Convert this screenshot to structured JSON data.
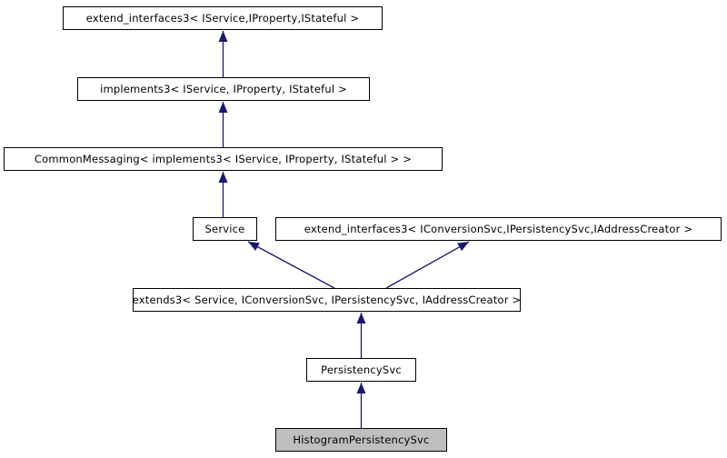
{
  "diagram": {
    "type": "class-inheritance-graph",
    "colors": {
      "edge": "#191970",
      "node_border": "#000000",
      "node_fill": "#ffffff",
      "highlight_fill": "#bfbfbf",
      "text": "#000000",
      "background": "#ffffff"
    },
    "nodes": [
      {
        "label": "extend_interfaces3< IService,IProperty,IStateful >",
        "highlighted": false
      },
      {
        "label": "implements3< IService, IProperty, IStateful >",
        "highlighted": false
      },
      {
        "label": "CommonMessaging< implements3< IService, IProperty, IStateful > >",
        "highlighted": false
      },
      {
        "label": "Service",
        "highlighted": false
      },
      {
        "label": "extend_interfaces3< IConversionSvc,IPersistencySvc,IAddressCreator >",
        "highlighted": false
      },
      {
        "label": "extends3< Service, IConversionSvc, IPersistencySvc, IAddressCreator >",
        "highlighted": false
      },
      {
        "label": "PersistencySvc",
        "highlighted": false
      },
      {
        "label": "HistogramPersistencySvc",
        "highlighted": true
      }
    ],
    "edges": [
      {
        "from": 1,
        "to": 0
      },
      {
        "from": 2,
        "to": 1
      },
      {
        "from": 3,
        "to": 2
      },
      {
        "from": 5,
        "to": 3
      },
      {
        "from": 5,
        "to": 4
      },
      {
        "from": 6,
        "to": 5
      },
      {
        "from": 7,
        "to": 6
      }
    ]
  }
}
